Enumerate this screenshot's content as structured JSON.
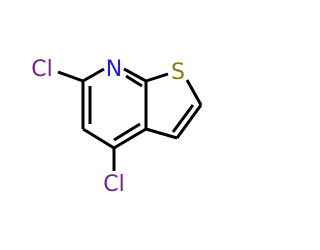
{
  "molecule": {
    "atoms": {
      "cl_top": {
        "symbol": "Cl",
        "color": "#7a1f8f"
      },
      "cl_bottom": {
        "symbol": "Cl",
        "color": "#7a1f8f"
      },
      "nitrogen": {
        "symbol": "N",
        "color": "#1f1fe0"
      },
      "sulfur": {
        "symbol": "S",
        "color": "#8a7a12"
      }
    },
    "bond_color": "#000000"
  }
}
